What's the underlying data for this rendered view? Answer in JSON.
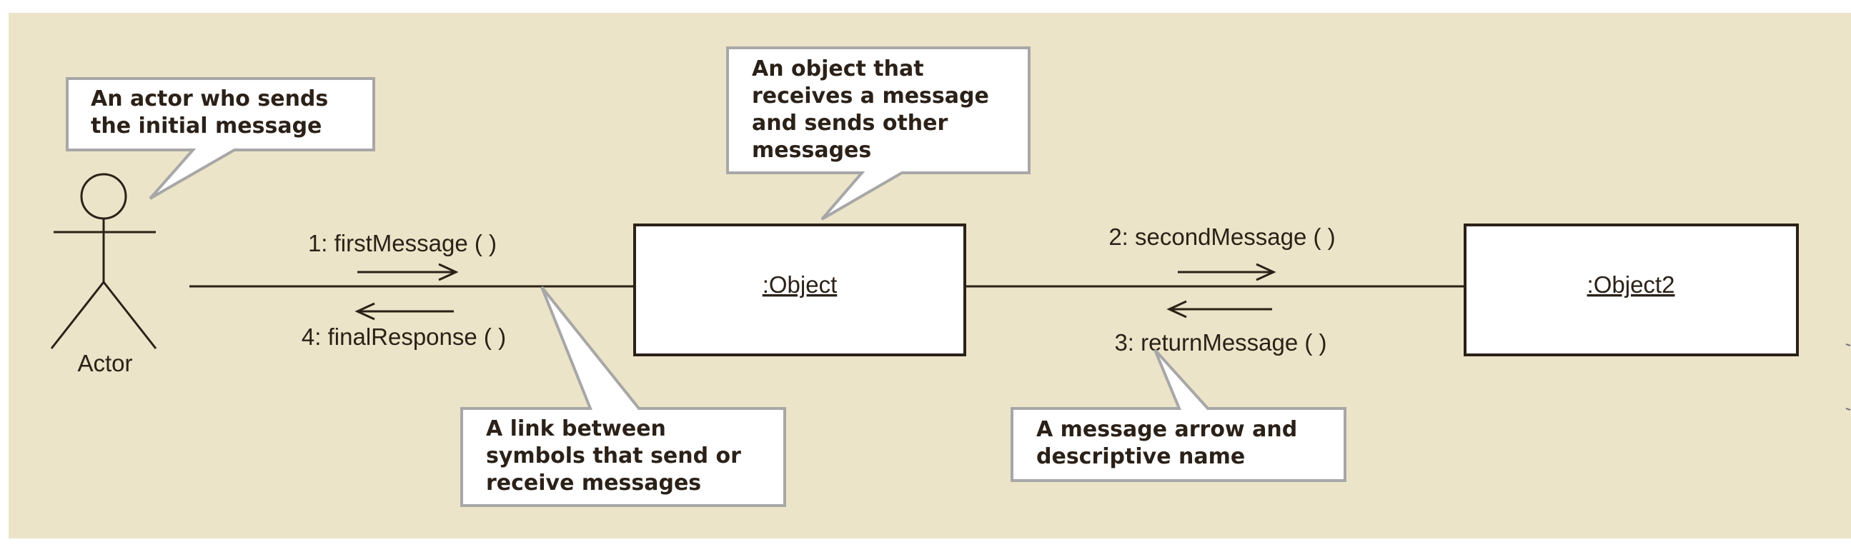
{
  "actor": {
    "label": "Actor"
  },
  "objects": [
    {
      "label": ":Object"
    },
    {
      "label": ":Object2"
    }
  ],
  "messages": [
    {
      "label": "1: firstMessage ( )",
      "direction": "right"
    },
    {
      "label": "4: finalResponse ( )",
      "direction": "left"
    },
    {
      "label": "2: secondMessage ( )",
      "direction": "right"
    },
    {
      "label": "3: returnMessage ( )",
      "direction": "left"
    }
  ],
  "callouts": {
    "actor_note": {
      "lines": [
        "An actor who sends",
        "the initial message"
      ]
    },
    "object_note": {
      "lines": [
        "An object that",
        "receives a message",
        "and sends other",
        "messages"
      ]
    },
    "link_note": {
      "lines": [
        "A link between",
        "symbols that send or",
        "receive messages"
      ]
    },
    "message_note": {
      "lines": [
        "A message arrow and",
        "descriptive name"
      ]
    }
  },
  "colors": {
    "background": "#ece4c8",
    "ink": "#2b2118",
    "callout_border": "#a7a7a7",
    "callout_fill": "#ffffff"
  }
}
